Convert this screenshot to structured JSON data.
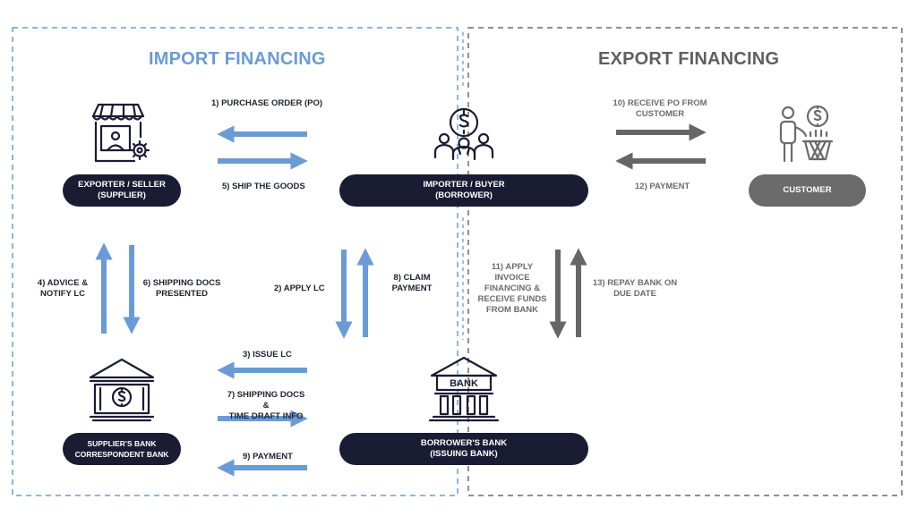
{
  "sections": {
    "import_title": "IMPORT FINANCING",
    "export_title": "EXPORT FINANCING"
  },
  "nodes": {
    "exporter": {
      "line1": "EXPORTER /  SELLER",
      "line2": "(SUPPLIER)"
    },
    "importer": {
      "line1": "IMPORTER / BUYER",
      "line2": "(BORROWER)"
    },
    "customer": {
      "line1": "CUSTOMER"
    },
    "suppliers_bank": {
      "line1": "SUPPLIER'S BANK",
      "line2": "CORRESPONDENT BANK"
    },
    "borrowers_bank": {
      "line1": "BORROWER'S BANK",
      "line2": "(ISSUING BANK)"
    },
    "bank_icon_text": "BANK"
  },
  "steps": {
    "s1": {
      "line1": "1) PURCHASE ORDER (PO)"
    },
    "s2": {
      "line1": "2) APPLY LC"
    },
    "s3": {
      "line1": "3) ISSUE LC"
    },
    "s4": {
      "line1": "4) ADVICE &",
      "line2": "NOTIFY LC"
    },
    "s5": {
      "line1": "5) SHIP THE GOODS"
    },
    "s6": {
      "line1": "6) SHIPPING DOCS",
      "line2": "PRESENTED"
    },
    "s7": {
      "line1": "7) SHIPPING DOCS &",
      "line2": "TIME DRAFT INFO"
    },
    "s8": {
      "line1": "8) CLAIM",
      "line2": "PAYMENT"
    },
    "s9": {
      "line1": "9) PAYMENT"
    },
    "s10": {
      "line1": "10) RECEIVE PO FROM",
      "line2": "CUSTOMER"
    },
    "s11": {
      "line1": "11) APPLY",
      "line2": "INVOICE",
      "line3": "FINANCING &",
      "line4": "RECEIVE FUNDS",
      "line5": "FROM BANK"
    },
    "s12": {
      "line1": "12) PAYMENT"
    },
    "s13": {
      "line1": "13) REPAY BANK ON",
      "line2": "DUE DATE"
    }
  },
  "colors": {
    "blue": "#6b9bd6",
    "gray": "#666666",
    "navy": "#1a1c33",
    "title_blue": "#6b9bd6",
    "title_gray": "#5f5f5f",
    "pill_gray": "#6b6b6b"
  },
  "icons": {
    "exporter": "shop-seller-icon",
    "importer": "buyer-group-icon",
    "customer": "customer-basket-icon",
    "suppliers_bank": "bank-dollar-icon",
    "borrowers_bank": "bank-building-icon"
  }
}
